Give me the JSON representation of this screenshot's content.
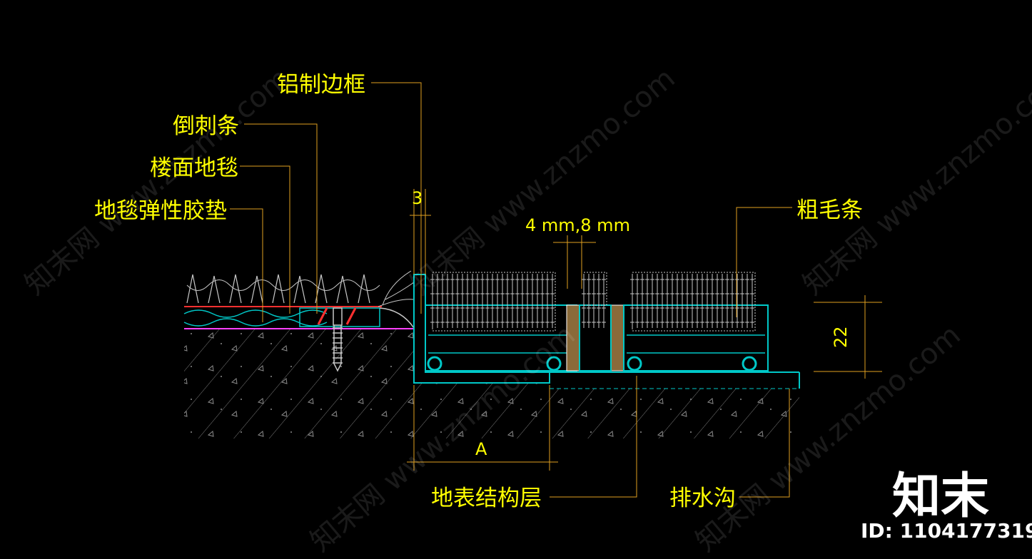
{
  "labels": {
    "aluminum_frame": "铝制边框",
    "barb_strip": "倒刺条",
    "floor_carpet": "楼面地毯",
    "carpet_pad": "地毯弹性胶垫",
    "coarse_bristle": "粗毛条",
    "ground_structure": "地表结构层",
    "drainage_ditch": "排水沟"
  },
  "dimensions": {
    "frame_gap": "3",
    "spacing": "4 mm,8 mm",
    "height": "22",
    "width_a": "A"
  },
  "watermark": {
    "text": "知末网 www.znzmo.com"
  },
  "brand": {
    "logo": "知末",
    "id": "ID: 1104177319"
  },
  "colors": {
    "background": "#000000",
    "label": "#ffff00",
    "leader": "#e0a020",
    "frame": "#00c8c8",
    "bristle": "#c8c8c8",
    "carpet_red": "#ff3030",
    "pad_magenta": "#ff40ff",
    "concrete": "#808080"
  }
}
